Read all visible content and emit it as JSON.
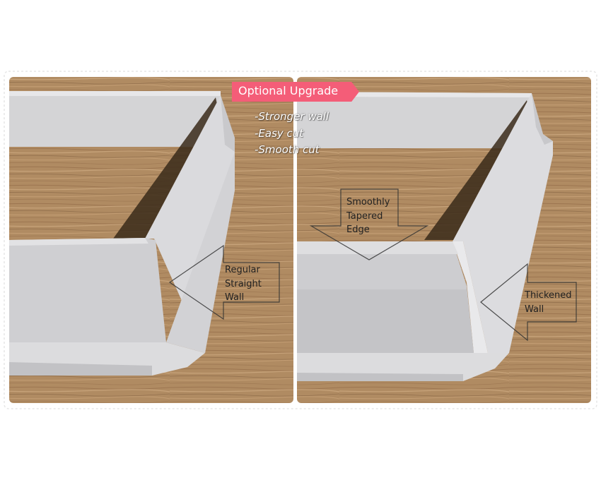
{
  "banner": {
    "label": "Optional Upgrade",
    "color": "#f45d78"
  },
  "features": [
    "-Stronger wall",
    "-Easy cut",
    "-Smooth cut"
  ],
  "callouts": {
    "regular_wall": "Regular\nStraight\nWall",
    "tapered_edge": "Smoothly\nTapered\nEdge",
    "thickened_wall": "Thickened\nWall"
  },
  "colors": {
    "wood": "#b08b62",
    "wall": "#d9d9dc"
  }
}
